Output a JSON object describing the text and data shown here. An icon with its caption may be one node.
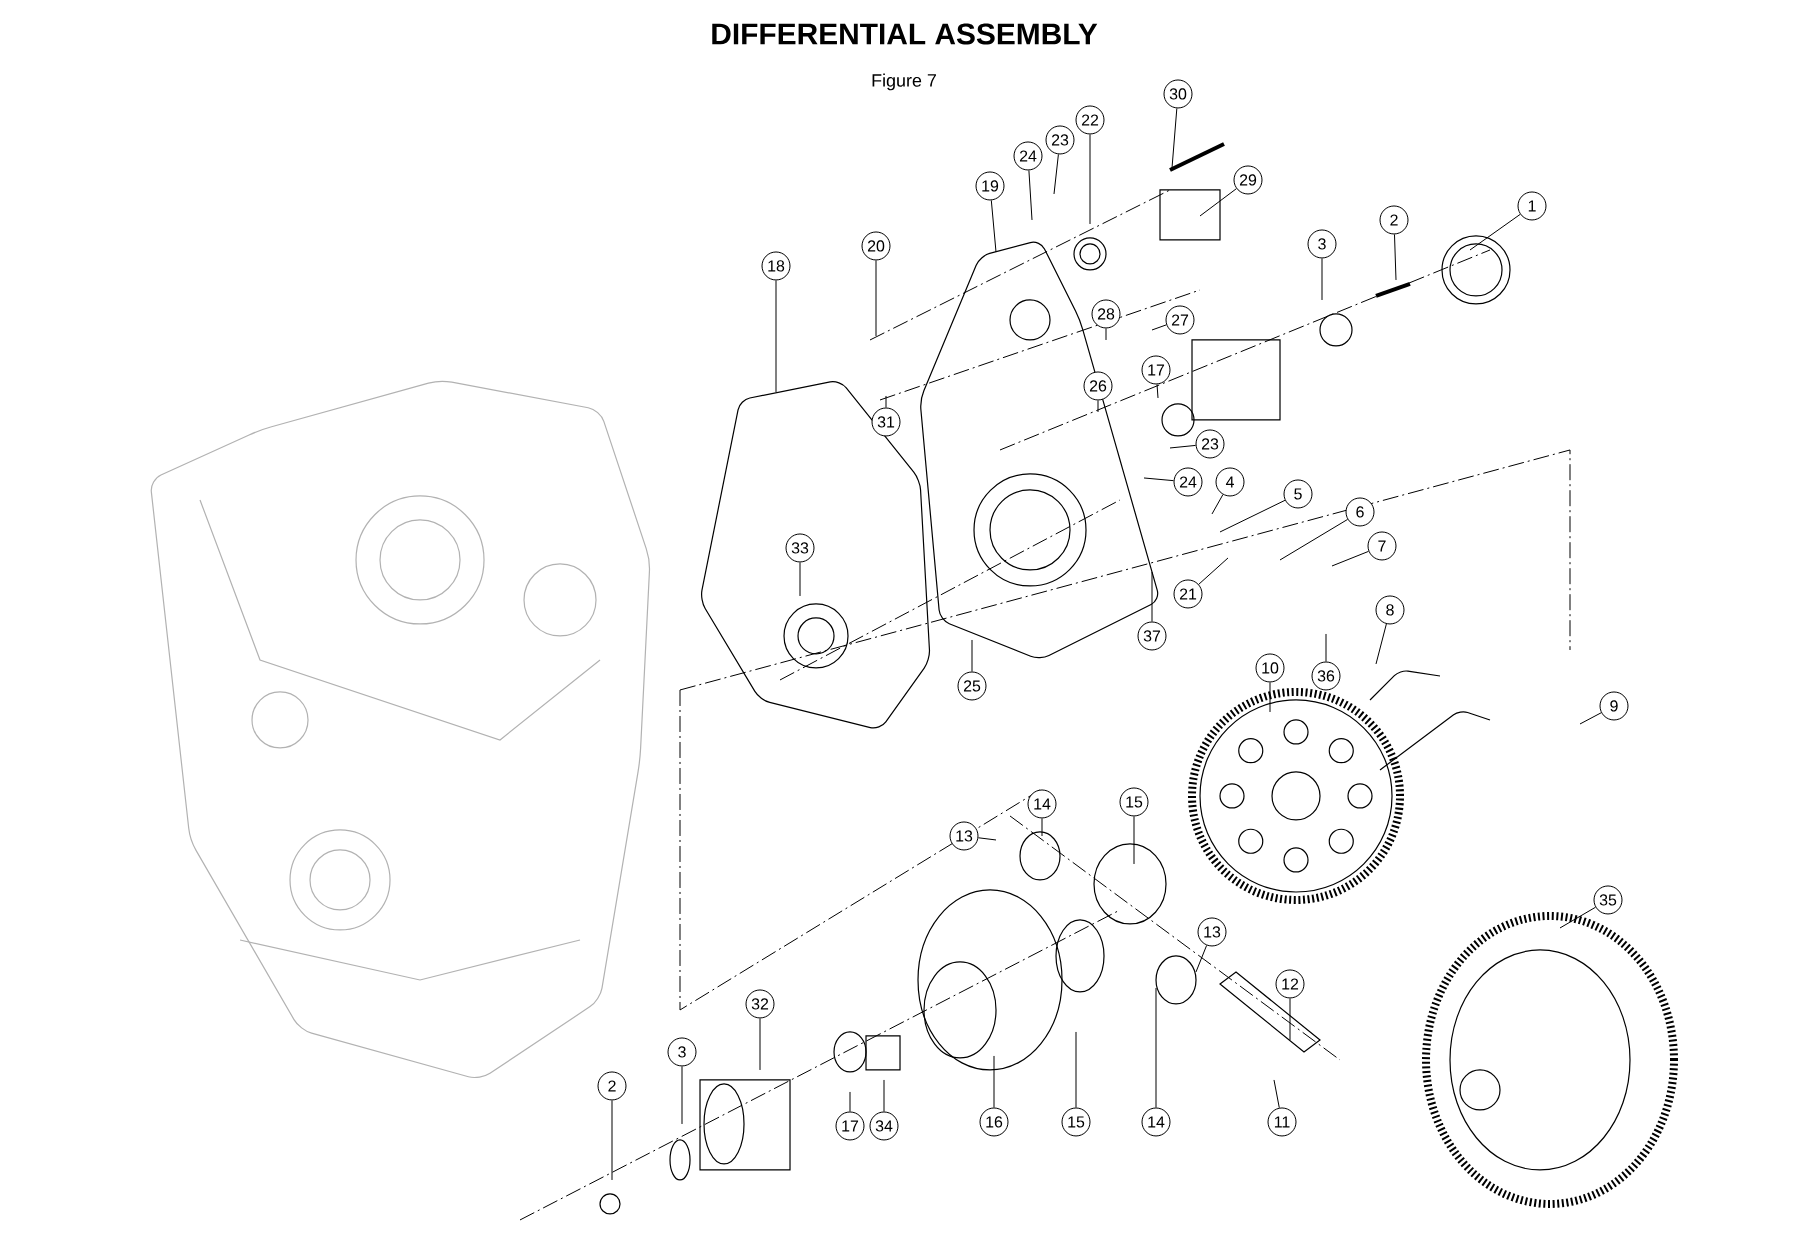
{
  "diagram": {
    "title": "DIFFERENTIAL ASSEMBLY",
    "caption": "Figure 7",
    "nodes": [
      {
        "text": [
          "30"
        ]
      },
      {
        "text": [
          "22"
        ]
      },
      {
        "text": [
          "23"
        ]
      },
      {
        "text": [
          "24"
        ]
      },
      {
        "text": [
          "29"
        ]
      },
      {
        "text": [
          "19"
        ]
      },
      {
        "text": [
          "1"
        ]
      },
      {
        "text": [
          "2"
        ]
      },
      {
        "text": [
          "3"
        ]
      },
      {
        "text": [
          "20"
        ]
      },
      {
        "text": [
          "18"
        ]
      },
      {
        "text": [
          "28"
        ]
      },
      {
        "text": [
          "27"
        ]
      },
      {
        "text": [
          "17"
        ]
      },
      {
        "text": [
          "26"
        ]
      },
      {
        "text": [
          "31"
        ]
      },
      {
        "text": [
          "23"
        ]
      },
      {
        "text": [
          "24"
        ]
      },
      {
        "text": [
          "4"
        ]
      },
      {
        "text": [
          "5"
        ]
      },
      {
        "text": [
          "6"
        ]
      },
      {
        "text": [
          "7"
        ]
      },
      {
        "text": [
          "33"
        ]
      },
      {
        "text": [
          "21"
        ]
      },
      {
        "text": [
          "8"
        ]
      },
      {
        "text": [
          "37"
        ]
      },
      {
        "text": [
          "36"
        ]
      },
      {
        "text": [
          "25"
        ]
      },
      {
        "text": [
          "10"
        ]
      },
      {
        "text": [
          "9"
        ]
      },
      {
        "text": [
          "14"
        ]
      },
      {
        "text": [
          "15"
        ]
      },
      {
        "text": [
          "13"
        ]
      },
      {
        "text": [
          "35"
        ]
      },
      {
        "text": [
          "13"
        ]
      },
      {
        "text": [
          "12"
        ]
      },
      {
        "text": [
          "32"
        ]
      },
      {
        "text": [
          "3"
        ]
      },
      {
        "text": [
          "2"
        ]
      },
      {
        "text": [
          "17"
        ]
      },
      {
        "text": [
          "34"
        ]
      },
      {
        "text": [
          "16"
        ]
      },
      {
        "text": [
          "15"
        ]
      },
      {
        "text": [
          "14"
        ]
      },
      {
        "text": [
          "11"
        ]
      }
    ],
    "edges": [
      {
        "from": 0,
        "to": null,
        "arrow": "none"
      },
      {
        "from": 1,
        "to": null,
        "arrow": "none"
      },
      {
        "from": 2,
        "to": null,
        "arrow": "none"
      },
      {
        "from": 3,
        "to": null,
        "arrow": "none"
      },
      {
        "from": 4,
        "to": null,
        "arrow": "none"
      },
      {
        "from": 5,
        "to": null,
        "arrow": "none"
      },
      {
        "from": 6,
        "to": null,
        "arrow": "none"
      },
      {
        "from": 7,
        "to": null,
        "arrow": "none"
      },
      {
        "from": 8,
        "to": null,
        "arrow": "none"
      },
      {
        "from": 9,
        "to": null,
        "arrow": "none"
      },
      {
        "from": 10,
        "to": null,
        "arrow": "none"
      },
      {
        "from": 11,
        "to": null,
        "arrow": "none"
      },
      {
        "from": 12,
        "to": null,
        "arrow": "none"
      },
      {
        "from": 13,
        "to": null,
        "arrow": "none"
      },
      {
        "from": 14,
        "to": null,
        "arrow": "none"
      },
      {
        "from": 15,
        "to": null,
        "arrow": "none"
      },
      {
        "from": 16,
        "to": null,
        "arrow": "none"
      },
      {
        "from": 17,
        "to": null,
        "arrow": "none"
      },
      {
        "from": 18,
        "to": null,
        "arrow": "none"
      },
      {
        "from": 19,
        "to": null,
        "arrow": "none"
      },
      {
        "from": 20,
        "to": null,
        "arrow": "none"
      },
      {
        "from": 21,
        "to": null,
        "arrow": "none"
      },
      {
        "from": 22,
        "to": null,
        "arrow": "none"
      },
      {
        "from": 23,
        "to": null,
        "arrow": "none"
      },
      {
        "from": 24,
        "to": null,
        "arrow": "none"
      },
      {
        "from": 25,
        "to": null,
        "arrow": "none"
      },
      {
        "from": 26,
        "to": null,
        "arrow": "none"
      },
      {
        "from": 27,
        "to": null,
        "arrow": "none"
      },
      {
        "from": 28,
        "to": null,
        "arrow": "none"
      },
      {
        "from": 29,
        "to": null,
        "arrow": "none"
      },
      {
        "from": 30,
        "to": null,
        "arrow": "none"
      },
      {
        "from": 31,
        "to": null,
        "arrow": "none"
      },
      {
        "from": 32,
        "to": null,
        "arrow": "none"
      },
      {
        "from": 33,
        "to": null,
        "arrow": "none"
      },
      {
        "from": 34,
        "to": null,
        "arrow": "none"
      },
      {
        "from": 35,
        "to": null,
        "arrow": "none"
      },
      {
        "from": 36,
        "to": null,
        "arrow": "none"
      },
      {
        "from": 37,
        "to": null,
        "arrow": "none"
      },
      {
        "from": 38,
        "to": null,
        "arrow": "none"
      },
      {
        "from": 39,
        "to": null,
        "arrow": "none"
      },
      {
        "from": 40,
        "to": null,
        "arrow": "none"
      },
      {
        "from": 41,
        "to": null,
        "arrow": "none"
      },
      {
        "from": 42,
        "to": null,
        "arrow": "none"
      },
      {
        "from": 43,
        "to": null,
        "arrow": "none"
      },
      {
        "from": 44,
        "to": null,
        "arrow": "none"
      }
    ]
  }
}
